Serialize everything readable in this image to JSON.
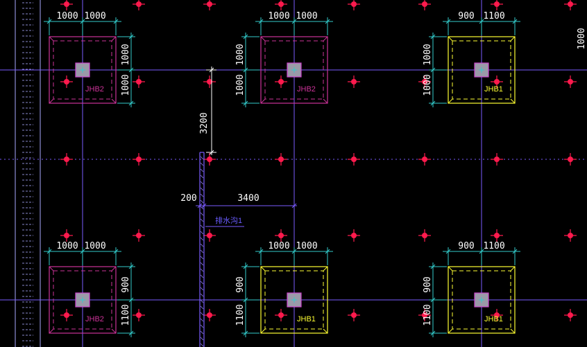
{
  "footings": [
    {
      "label": "JHB2",
      "kind": "JHB2",
      "dims_top": [
        "1000",
        "1000"
      ],
      "dims_side": [
        "1000",
        "1000"
      ]
    },
    {
      "label": "JHB2",
      "kind": "JHB2",
      "dims_top": [
        "1000",
        "1000"
      ],
      "dims_side": [
        "1000",
        "1000"
      ]
    },
    {
      "label": "JHB1",
      "kind": "JHB1",
      "dims_top": [
        "900",
        "1100"
      ],
      "dims_side": [
        "1000",
        "1000"
      ]
    },
    {
      "label": "JHB2",
      "kind": "JHB2",
      "dims_top": [
        "1000",
        "1000"
      ],
      "dims_side": [
        "900",
        "1100"
      ]
    },
    {
      "label": "JHB1",
      "kind": "JHB1",
      "dims_top": [
        "1000",
        "1000"
      ],
      "dims_side": [
        "900",
        "1100"
      ]
    },
    {
      "label": "JHB1",
      "kind": "JHB1",
      "dims_top": [
        "900",
        "1100"
      ],
      "dims_side": [
        "900",
        "1100"
      ]
    }
  ],
  "dimensions": {
    "vertical_gap": "3200",
    "trench_width": "200",
    "trench_offset": "3400",
    "edge_fragment": "1000"
  },
  "trench_label": "排水沟1",
  "colors": {
    "background": "#000000",
    "axis": "#7a5cff",
    "jhb2": "#cc3399",
    "jhb1": "#ffff33",
    "dim_line": "#33cccc",
    "pile": "#ff1a4d",
    "trench": "#7a5cff",
    "column": "#b0b0b0",
    "wall": "#aaaaff"
  }
}
